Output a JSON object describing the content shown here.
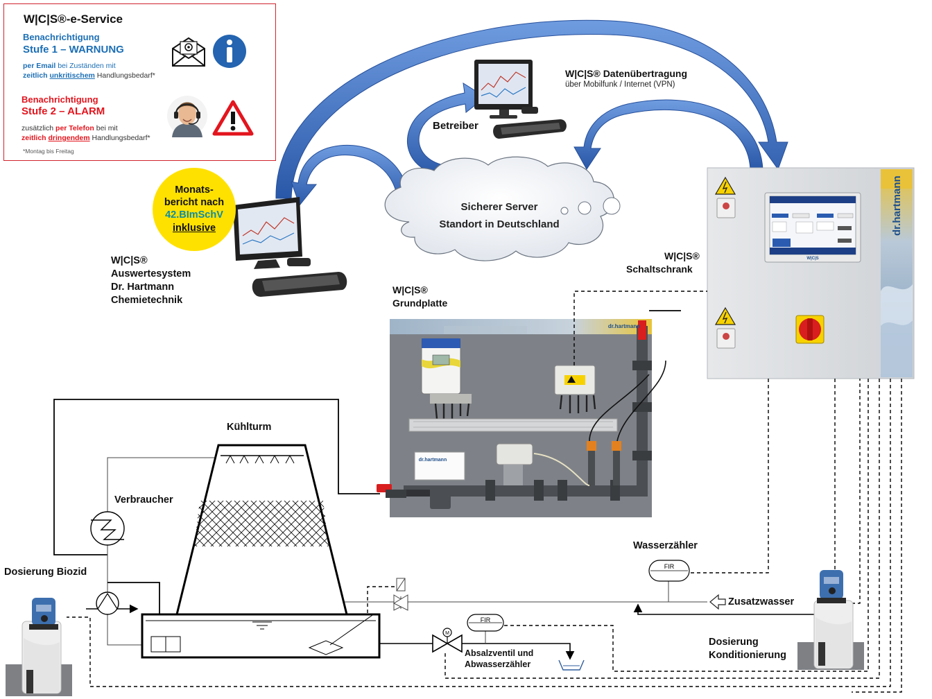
{
  "eservice": {
    "title": "W|C|S®-e-Service",
    "level1_heading": "Benachrichtigung",
    "level1_title": "Stufe 1 – WARNUNG",
    "level1_line1_prefix": "per Email",
    "level1_line1_rest": " bei Zuständen mit",
    "level1_line2_a": "zeitlich ",
    "level1_line2_b": "unkritischem",
    "level1_line2_c": " Handlungsbedarf*",
    "level2_heading": "Benachrichtigung",
    "level2_title": "Stufe 2 – ALARM",
    "level2_line1_a": "zusätzlich ",
    "level2_line1_b": "per Telefon",
    "level2_line1_c": " bei mit",
    "level2_line2_a": "zeitlich ",
    "level2_line2_b": "dringendem",
    "level2_line2_c": " Handlungsbedarf*",
    "footnote": "*Montag bis Freitag"
  },
  "labels": {
    "datenuebertragung_title": "W|C|S® Datenübertragung",
    "datenuebertragung_sub": "über Mobilfunk / Internet (VPN)",
    "betreiber": "Betreiber",
    "server_line1": "Sicherer Server",
    "server_line2": "Standort in Deutschland",
    "monats_line1": "Monats-",
    "monats_line2": "bericht nach",
    "monats_line3": "42.BImSchV",
    "monats_line4": "inklusive",
    "auswerte_line1": "W|C|S®",
    "auswerte_line2": "Auswertesystem",
    "auswerte_line3": "Dr. Hartmann",
    "auswerte_line4": "Chemietechnik",
    "schaltschrank_line1": "W|C|S®",
    "schaltschrank_line2": "Schaltschrank",
    "grundplatte_line1": "W|C|S®",
    "grundplatte_line2": "Grundplatte",
    "kuehlturm": "Kühlturm",
    "verbraucher": "Verbraucher",
    "dosierung_biozid": "Dosierung Biozid",
    "wasserzaehler": "Wasserzähler",
    "zusatzwasser": "Zusatzwasser",
    "dosierung_kond_1": "Dosierung",
    "dosierung_kond_2": "Konditionierung",
    "absalz_1": "Absalzventil und",
    "absalz_2": "Abwasserzähler",
    "fir_top": "FIR",
    "fir_bottom": "FIR",
    "valve_m": "M",
    "brand_panel": "dr.hartmann",
    "brand_plate": "dr.hartmann",
    "brand_logo_sign": "dr.hartmann",
    "screen_brand": "W|C|S"
  },
  "colors": {
    "arrow_blue": "#2f63b8",
    "arrow_light": "#5d8fd8",
    "warn_red": "#e3151e",
    "text_blue": "#1c6fb5",
    "monats_yellow": "#ffe100",
    "monats_teal": "#0e8ca0",
    "cabinet_grey": "#dfe1e4",
    "plate_grey": "#7e8288"
  },
  "icons": [
    "email-icon",
    "info-icon",
    "operator-headset-icon",
    "warning-icon",
    "computer-icon",
    "keyboard-icon",
    "cloud-icon",
    "heat-exchanger-icon",
    "pump-icon",
    "valve-icon",
    "flow-meter-icon",
    "dosing-pump-icon",
    "main-switch-icon",
    "high-voltage-icon"
  ]
}
